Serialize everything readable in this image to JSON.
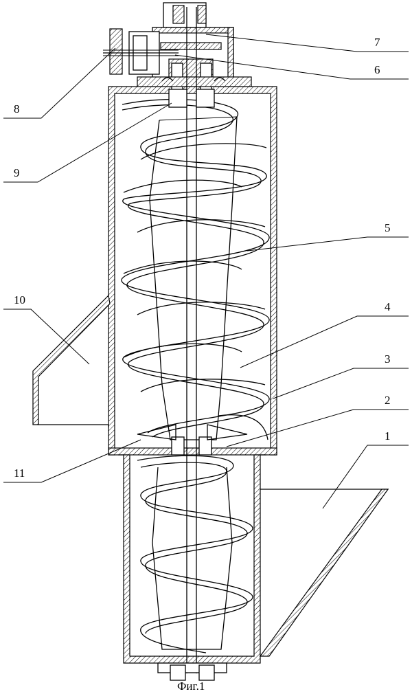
{
  "caption": "Фиг.1",
  "labels": [
    {
      "id": "1",
      "text": "1"
    },
    {
      "id": "2",
      "text": "2"
    },
    {
      "id": "3",
      "text": "3"
    },
    {
      "id": "4",
      "text": "4"
    },
    {
      "id": "5",
      "text": "5"
    },
    {
      "id": "6",
      "text": "6"
    },
    {
      "id": "7",
      "text": "7"
    },
    {
      "id": "8",
      "text": "8"
    },
    {
      "id": "9",
      "text": "9"
    },
    {
      "id": "10",
      "text": "10"
    },
    {
      "id": "11",
      "text": "11"
    }
  ]
}
